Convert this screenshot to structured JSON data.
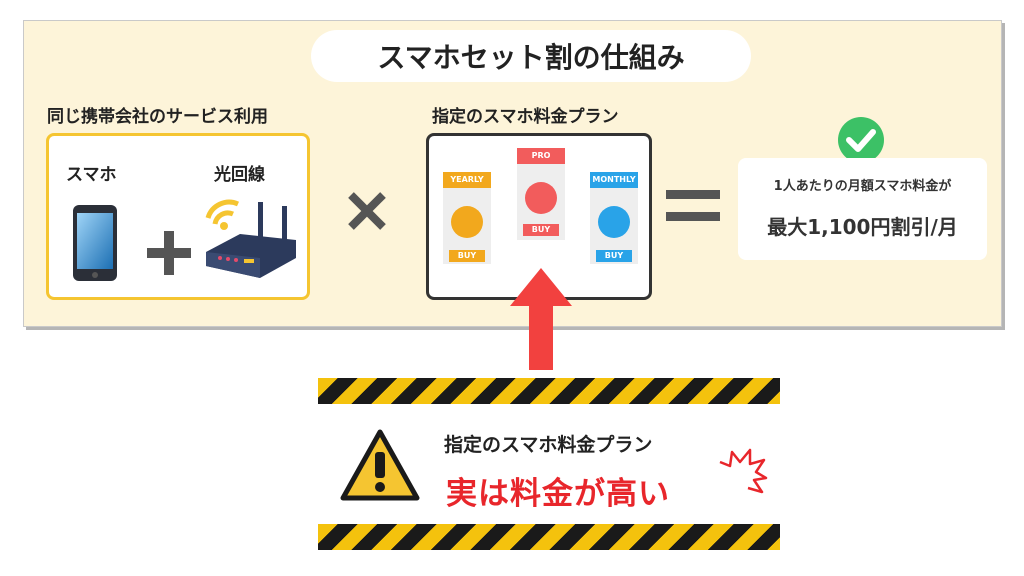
{
  "title": "スマホセット割の仕組み",
  "left_section": {
    "heading": "同じ携帯会社のサービス利用",
    "smartphone_label": "スマホ",
    "fiber_label": "光回線",
    "plus_sign": "+"
  },
  "times_sign": "×",
  "mid_section": {
    "heading": "指定のスマホ料金プラン",
    "plans": [
      {
        "name": "YEARLY",
        "buy": "BUY",
        "color": "#f2a81d"
      },
      {
        "name": "PRO",
        "buy": "BUY",
        "color": "#f25c5c"
      },
      {
        "name": "MONTHLY",
        "buy": "BUY",
        "color": "#29a3e8"
      }
    ]
  },
  "equals_sign": "=",
  "result": {
    "caption": "1人あたりの月額スマホ料金が",
    "discount": "最大1,100円割引/月"
  },
  "warning": {
    "subtitle": "指定のスマホ料金プラン",
    "headline": "実は料金が高い"
  },
  "colors": {
    "panel_bg": "#fdf4d9",
    "accent_yellow": "#f5c531",
    "check_green": "#3cc166",
    "arrow_red": "#f2413f",
    "headline_red": "#e8262b"
  }
}
